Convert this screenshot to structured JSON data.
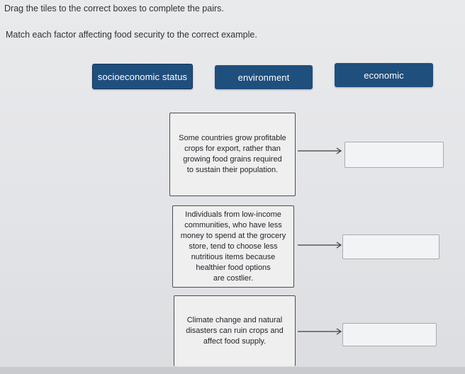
{
  "instructions": {
    "line1": "Drag the tiles to the correct boxes to complete the pairs.",
    "line2": "Match each factor affecting food security to the correct example."
  },
  "tiles": [
    {
      "label": "socioeconomic status"
    },
    {
      "label": "environment"
    },
    {
      "label": "economic"
    }
  ],
  "examples": [
    {
      "text": "Some countries grow profitable\ncrops for export, rather than\ngrowing food grains required\nto sustain their population."
    },
    {
      "text": "Individuals from low-income\ncommunities, who have less\nmoney to spend at the grocery\nstore, tend to choose less\nnutritious items because\nhealthier food options\nare costlier."
    },
    {
      "text": "Climate change and natural\ndisasters can ruin crops and\naffect food supply."
    }
  ],
  "drop_targets": [
    {
      "value": ""
    },
    {
      "value": ""
    },
    {
      "value": ""
    }
  ],
  "colors": {
    "tile_background": "#1f4f7d",
    "tile_text": "#ffffff"
  }
}
